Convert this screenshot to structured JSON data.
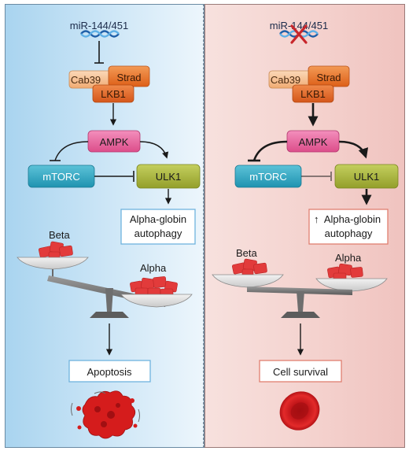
{
  "left": {
    "mirna": "miR-144/451",
    "cab39": "Cab39",
    "strad": "Strad",
    "lkb1": "LKB1",
    "ampk": "AMPK",
    "mtorc": "mTORC",
    "ulk1": "ULK1",
    "autophagy_line1": "Alpha-globin",
    "autophagy_line2": "autophagy",
    "beta": "Beta",
    "alpha": "Alpha",
    "outcome": "Apoptosis"
  },
  "right": {
    "mirna": "miR-144/451",
    "cab39": "Cab39",
    "strad": "Strad",
    "lkb1": "LKB1",
    "ampk": "AMPK",
    "mtorc": "mTORC",
    "ulk1": "ULK1",
    "autophagy_line1": "Alpha-globin",
    "autophagy_line2": "autophagy",
    "beta": "Beta",
    "alpha": "Alpha",
    "outcome": "Cell survival",
    "increase_symbol": "↑"
  },
  "colors": {
    "cab39": "#f6c49a",
    "strad": "#e8742a",
    "lkb1": "#e36a24",
    "ampk": "#ea5f9a",
    "mtorc": "#2fa8c4",
    "ulk1": "#a8b73a",
    "protein": "#e23b3b",
    "rbc": "#d51c1c",
    "knockout_x": "#c8262b",
    "left_box_border": "#6fb3de",
    "right_box_border": "#e07f70"
  }
}
